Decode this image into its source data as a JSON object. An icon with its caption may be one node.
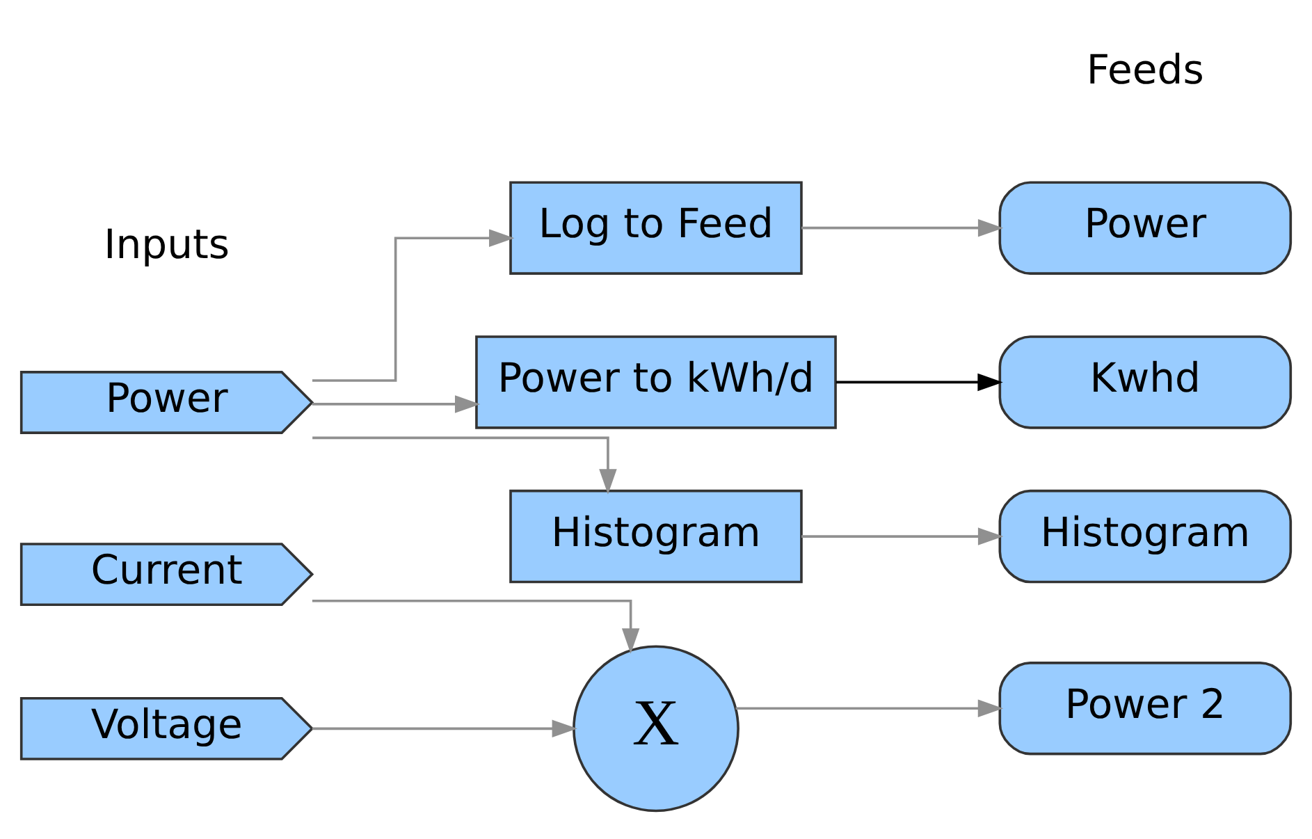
{
  "diagram": {
    "nodes": [
      {
        "text": [
          "Power"
        ]
      },
      {
        "text": [
          "Current"
        ]
      },
      {
        "text": [
          "Voltage"
        ]
      },
      {
        "text": [
          "Log to Feed"
        ]
      },
      {
        "text": [
          "Power to kWh/d"
        ]
      },
      {
        "text": [
          "Histogram"
        ]
      },
      {
        "text": [
          "X"
        ]
      },
      {
        "text": [
          "Power"
        ]
      },
      {
        "text": [
          "Kwhd"
        ]
      },
      {
        "text": [
          "Histogram"
        ]
      },
      {
        "text": [
          "Power 2"
        ]
      }
    ],
    "edges": [
      {
        "from": 0,
        "to": 3,
        "arrow": "to"
      },
      {
        "from": 0,
        "to": 4,
        "arrow": "to"
      },
      {
        "from": 0,
        "to": 5,
        "arrow": "to"
      },
      {
        "from": 3,
        "to": 7,
        "arrow": "to"
      },
      {
        "from": 4,
        "to": 8,
        "arrow": "to",
        "color": "#000000"
      },
      {
        "from": 5,
        "to": 9,
        "arrow": "to"
      },
      {
        "from": 1,
        "to": 6,
        "arrow": "to"
      },
      {
        "from": 2,
        "to": 6,
        "arrow": "to"
      },
      {
        "from": 6,
        "to": 10,
        "arrow": "to"
      }
    ],
    "labels": [
      "Inputs",
      "Feeds"
    ]
  }
}
